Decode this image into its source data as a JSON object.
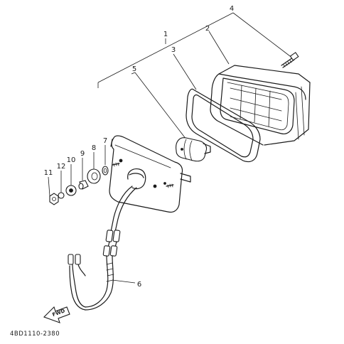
{
  "callouts": {
    "c1": "1",
    "c2": "2",
    "c3": "3",
    "c4": "4",
    "c5": "5",
    "c6": "6",
    "c7": "7",
    "c8": "8",
    "c9": "9",
    "c10": "10",
    "c11": "11",
    "c12": "12"
  },
  "fwd_label": "FWD",
  "reference_code": "4BD1110-2380"
}
